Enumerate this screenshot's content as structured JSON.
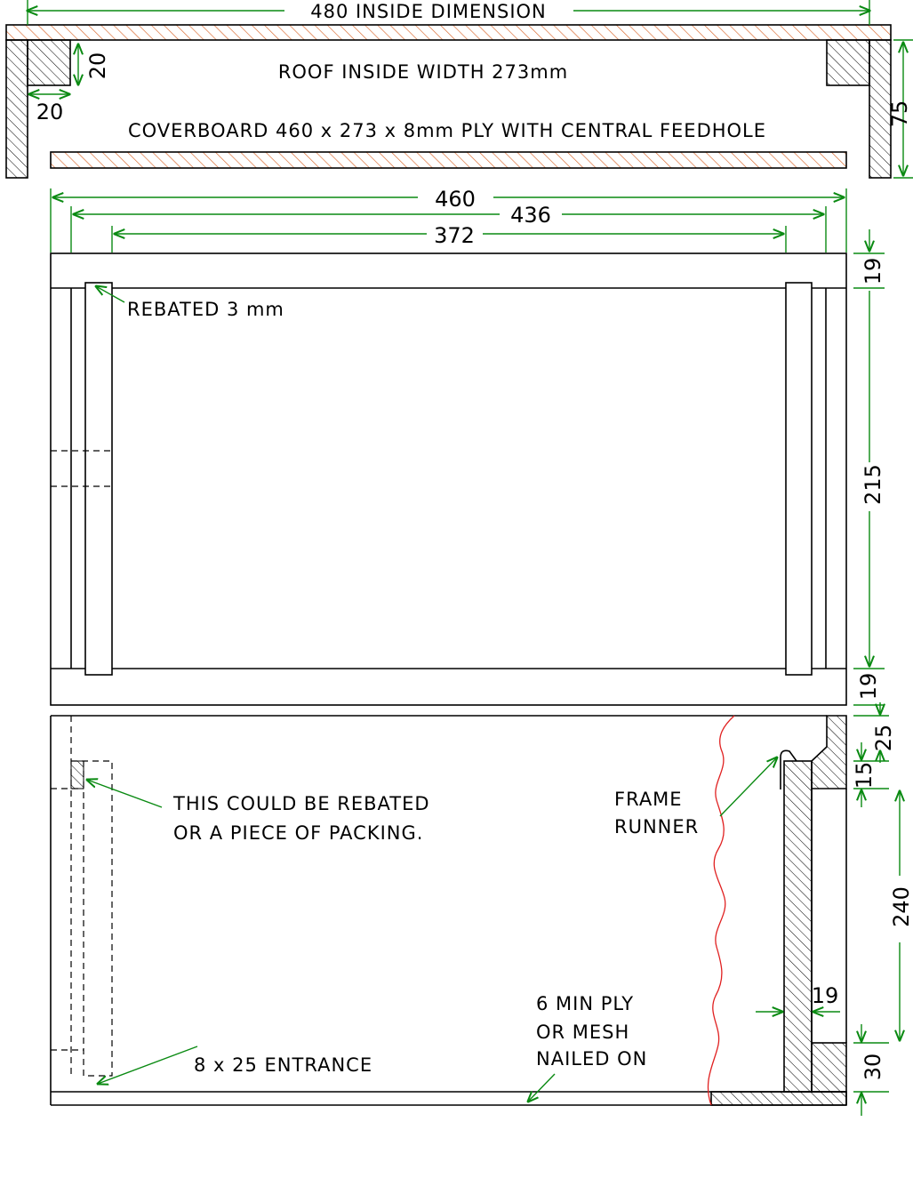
{
  "roof": {
    "inside_dimension": "480 INSIDE DIMENSION",
    "inside_width": "ROOF INSIDE WIDTH 273mm",
    "dim_20_vertical": "20",
    "dim_20_horizontal": "20",
    "dim_75": "75"
  },
  "coverboard": {
    "label": "COVERBOARD 460 x 273 x 8mm PLY WITH CENTRAL FEEDHOLE"
  },
  "plan": {
    "dim_460": "460",
    "dim_436": "436",
    "dim_372": "372",
    "dim_19_top": "19",
    "dim_215": "215",
    "dim_19_bottom": "19",
    "rebated_note": "REBATED 3 mm"
  },
  "side": {
    "dim_25": "25",
    "dim_15": "15",
    "dim_240": "240",
    "dim_30": "30",
    "dim_19": "19",
    "packing_note_line1": "THIS COULD BE REBATED",
    "packing_note_line2": "OR A PIECE OF PACKING.",
    "frame_runner_line1": "FRAME",
    "frame_runner_line2": "RUNNER",
    "entrance_note": "8 x 25 ENTRANCE",
    "ply_note_line1": "6 MIN PLY",
    "ply_note_line2": "OR MESH",
    "ply_note_line3": "NAILED ON"
  },
  "colors": {
    "dimension": "#0a8a12",
    "hatch_orange": "#d9662b",
    "cutaway_red": "#e02020"
  }
}
